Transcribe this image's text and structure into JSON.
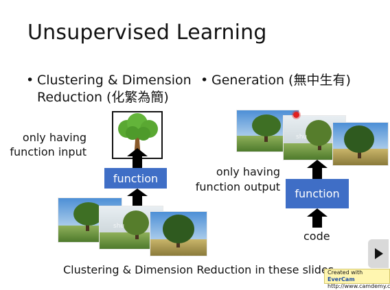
{
  "slide": {
    "title": "Unsupervised Learning",
    "bullets": [
      {
        "line1": "Clustering & Dimension",
        "line2": "Reduction (化繁為簡)"
      },
      {
        "line1": "Generation (無中生有)"
      }
    ],
    "left_label": {
      "line1": "only having",
      "line2": "function input"
    },
    "right_label": {
      "line1": "only having",
      "line2": "function output"
    },
    "function_left": "function",
    "function_right": "function",
    "code_label": "code",
    "watermark": "shu",
    "caption": "Clustering & Dimension Reduction in these slides"
  },
  "overlay": {
    "evercam_line1": "Created with",
    "evercam_brand": "EverCam",
    "evercam_line2": "http://www.camdemy.com"
  },
  "colors": {
    "function_box": "#3f6ec6",
    "arrow": "#000000",
    "tree_icon_green": "#5aa832",
    "tree_icon_trunk": "#8a5a2b"
  },
  "icons": [
    "tree-icon",
    "arrow-up-icon",
    "play-icon"
  ]
}
